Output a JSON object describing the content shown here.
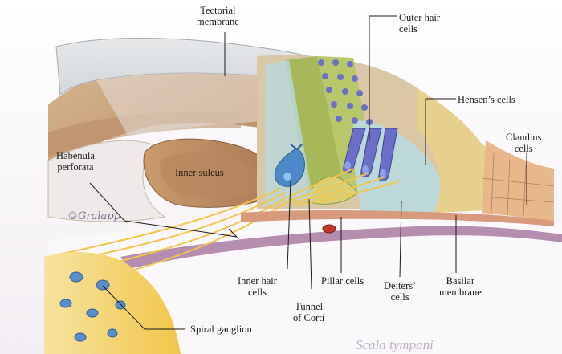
{
  "labels": {
    "tectorial": "Tectorial\nmembrane",
    "outer_hair": "Outer hair\ncells",
    "hensens": "Hensen’s cells",
    "claudius": "Claudius\ncells",
    "habenula": "Habenula\nperforata",
    "inner_sulcus": "Inner sulcus",
    "inner_hair": "Inner hair\ncells",
    "tunnel": "Tunnel\nof Corti",
    "pillar": "Pillar cells",
    "deiters": "Deiters’\ncells",
    "basilar": "Basilar\nmembrane",
    "spiral": "Spiral ganglion",
    "scala": "Scala tympani"
  },
  "copyright": "©Gralapp",
  "colors": {
    "tectorial": "#d9dcdf",
    "limbus": "#c9a27c",
    "outer_hair_cells": "#6b6fc8",
    "inner_hair_cell": "#4f88c8",
    "pillar_cells": "#a6b85a",
    "nerve_fibers": "#f2c64a",
    "basilar_membrane": "#d79a7c",
    "scala_tympani_wall": "#a87aa0"
  }
}
